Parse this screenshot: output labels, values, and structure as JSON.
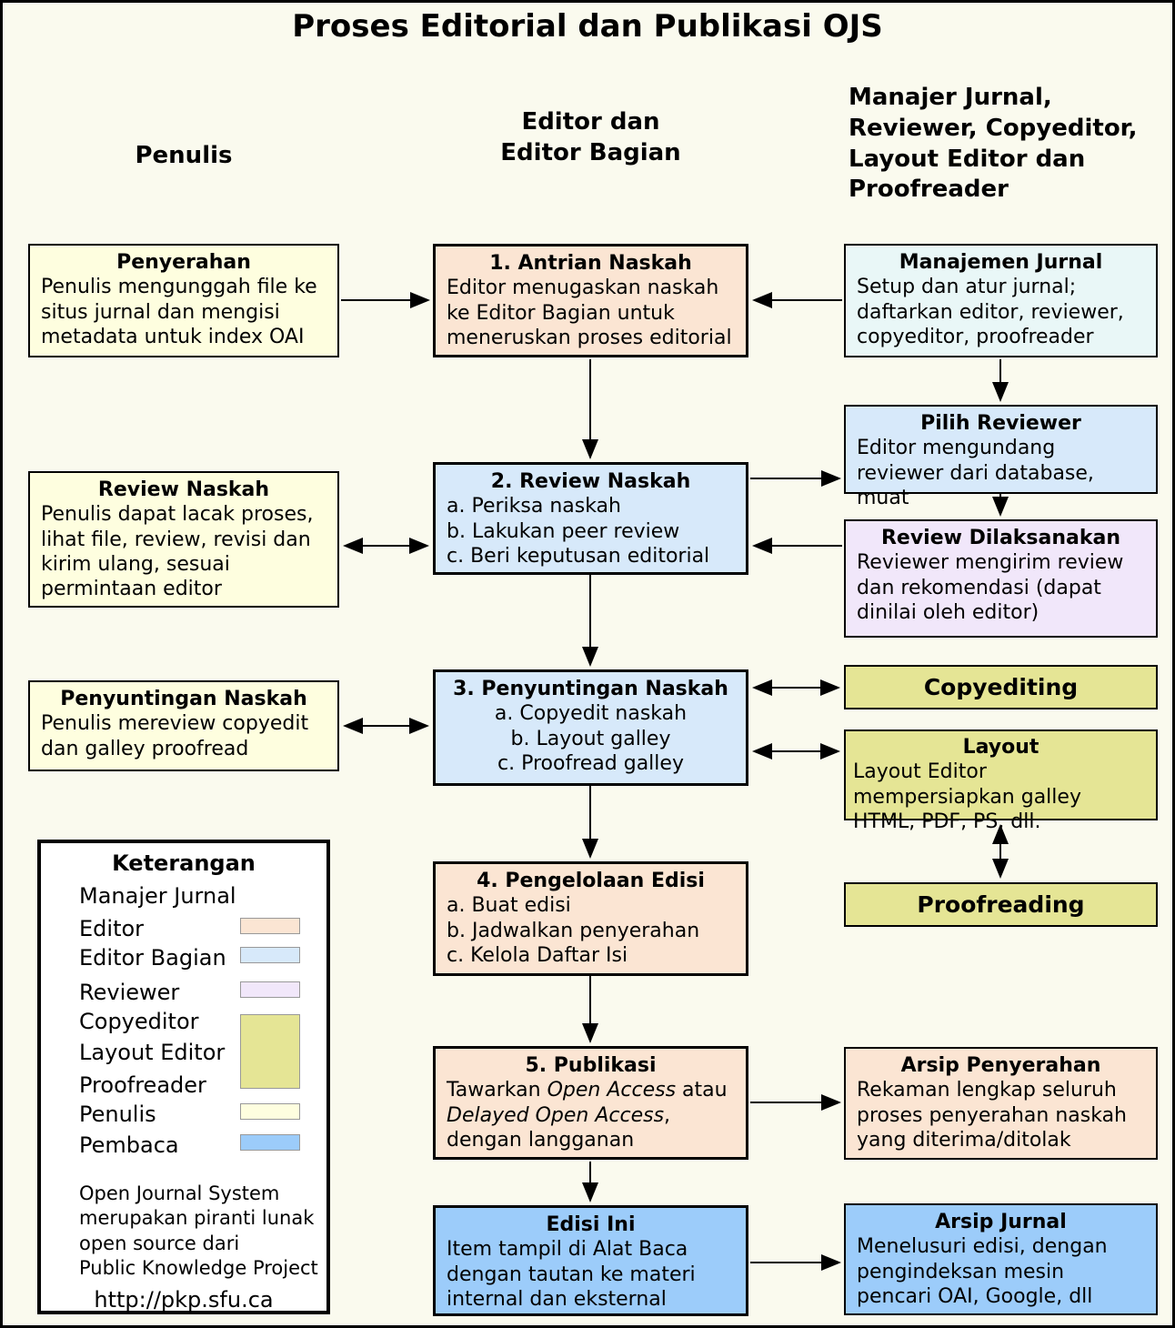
{
  "title": "Proses Editorial dan Publikasi OJS",
  "column_headers": {
    "penulis": "Penulis",
    "editor": "Editor dan\nEditor Bagian",
    "manajer": "Manajer Jurnal,\nReviewer, Copyeditor,\nLayout Editor dan\nProofreader"
  },
  "boxes": {
    "penyerahan": {
      "title": "Penyerahan",
      "body": "Penulis mengunggah file ke situs jurnal dan mengisi metadata untuk index OAI"
    },
    "antrian": {
      "title": "1. Antrian Naskah",
      "body": "Editor menugaskan naskah ke Editor Bagian untuk meneruskan proses editorial"
    },
    "manajemen_jurnal": {
      "title": "Manajemen Jurnal",
      "body": "Setup dan atur jurnal; daftarkan editor, reviewer, copyeditor, proofreader"
    },
    "pilih_reviewer": {
      "title": "Pilih Reviewer",
      "body": "Editor mengundang reviewer dari database, muat"
    },
    "review_dilaksanakan": {
      "title": "Review Dilaksanakan",
      "body": "Reviewer mengirim review dan rekomendasi (dapat dinilai oleh editor)"
    },
    "review_naskah_penulis": {
      "title": "Review Naskah",
      "body": "Penulis dapat lacak proses, lihat file, review, revisi dan kirim ulang, sesuai permintaan editor"
    },
    "review_naskah": {
      "title": "2. Review Naskah",
      "items": "a. Periksa naskah\nb. Lakukan peer review\nc. Beri keputusan editorial"
    },
    "penyuntingan_penulis": {
      "title": "Penyuntingan Naskah",
      "body": "Penulis mereview copyedit dan galley proofread"
    },
    "penyuntingan": {
      "title": "3. Penyuntingan Naskah",
      "items": "a. Copyedit naskah\nb. Layout galley\nc. Proofread galley"
    },
    "copyediting": {
      "title": "Copyediting"
    },
    "layout": {
      "title": "Layout",
      "body": "Layout Editor mempersiapkan galley HTML, PDF, PS, dll."
    },
    "proofreading": {
      "title": "Proofreading"
    },
    "pengelolaan": {
      "title": "4. Pengelolaan Edisi",
      "items": "a. Buat edisi\nb. Jadwalkan penyerahan\nc. Kelola Daftar Isi"
    },
    "publikasi": {
      "title": "5. Publikasi",
      "b1": "Tawarkan ",
      "b2": "Open Access",
      "b3": " atau ",
      "b4": "Delayed Open Access",
      "b5": ", dengan langganan"
    },
    "arsip_penyerahan": {
      "title": "Arsip Penyerahan",
      "body": "Rekaman lengkap seluruh proses penyerahan naskah yang diterima/ditolak"
    },
    "edisi_ini": {
      "title": "Edisi Ini",
      "body": "Item tampil di Alat Baca dengan tautan ke materi internal dan eksternal"
    },
    "arsip_jurnal": {
      "title": "Arsip Jurnal",
      "body": "Menelusuri edisi, dengan pengindeksan mesin pencari OAI, Google, dll"
    }
  },
  "legend": {
    "title": "Keterangan",
    "items": [
      {
        "label": "Manajer Jurnal"
      },
      {
        "label": "Editor"
      },
      {
        "label": "Editor Bagian"
      },
      {
        "label": "Reviewer"
      },
      {
        "label": "Copyeditor"
      },
      {
        "label": "Layout Editor"
      },
      {
        "label": "Proofreader"
      },
      {
        "label": "Penulis"
      },
      {
        "label": "Pembaca"
      }
    ],
    "footer": "Open Journal System\nmerupakan piranti lunak\nopen source dari\nPublic Knowledge Project",
    "url": "http://pkp.sfu.ca"
  },
  "colors": {
    "page_bg": "#FAFAEE",
    "legend_bg": "#FFFFFF",
    "penulis": "#FEFEDF",
    "editor": "#FBE5D3",
    "editor_bagian": "#D7E9FA",
    "manajer_jurnal": "#E9F7F7",
    "reviewer": "#F1E7FA",
    "copyeditor_group": "#E5E595",
    "pembaca": "#9CCCFA"
  }
}
